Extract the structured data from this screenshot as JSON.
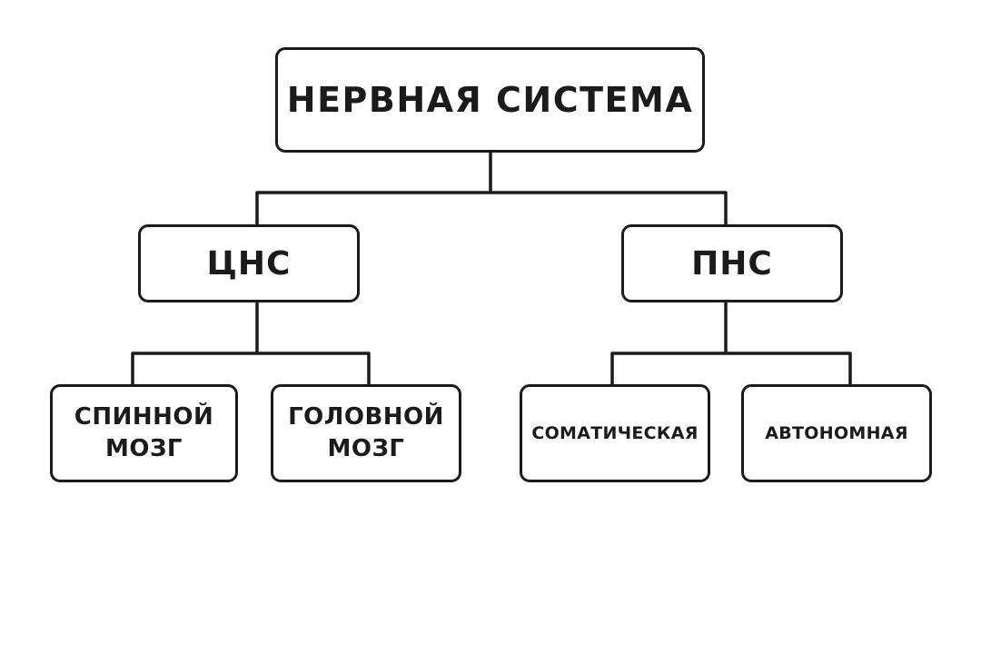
{
  "diagram": {
    "root": {
      "label": "НЕРВНАЯ СИСТЕМА"
    },
    "branches": [
      {
        "label": "ЦНС",
        "children": [
          {
            "label": "СПИННОЙ\nМОЗГ"
          },
          {
            "label": "ГОЛОВНОЙ\nМОЗГ"
          }
        ]
      },
      {
        "label": "ПНС",
        "children": [
          {
            "label": "СОМАТИЧЕСКАЯ"
          },
          {
            "label": "АВТОНОМНАЯ"
          }
        ]
      }
    ]
  }
}
